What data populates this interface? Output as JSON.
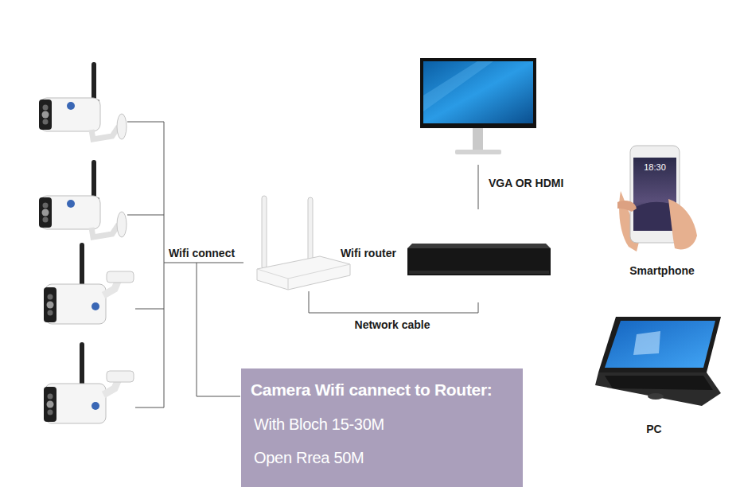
{
  "diagram": {
    "nodes": [
      {
        "text": [
          "Camera Wifi cannect to Router:",
          "With Bloch 15-30M",
          "Open Rrea 50M"
        ]
      }
    ],
    "labels": [
      "Wifi connect",
      "Wifi router",
      "VGA OR HDMI",
      "Network cable",
      "Smartphone",
      "PC",
      "18:30"
    ]
  }
}
